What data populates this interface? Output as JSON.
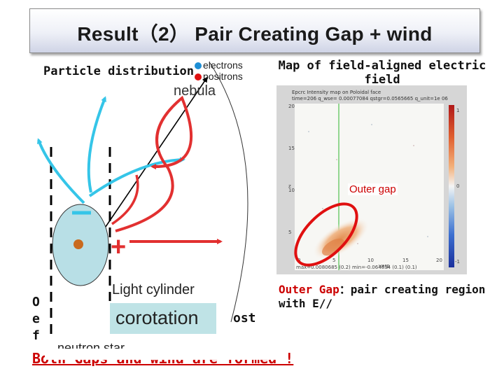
{
  "title": "Result（2）  Pair Creating Gap + wind",
  "particle_heading": "Particle distribution",
  "legend": {
    "electrons": "electrons",
    "positrons": "positrons",
    "electron_color": "#1e8fd6",
    "positron_color": "#e01010"
  },
  "diagram": {
    "nebula": "nebula",
    "minus_sign": "−",
    "plus_sign": "+",
    "light_cylinder": "Light cylinder",
    "corotation": "corotation",
    "neutron_star": "neutron star",
    "electron_path_color": "#35c5e8",
    "positron_path_color": "#e23030",
    "star_fill": "#b8dfe6",
    "core_color": "#c96a1e"
  },
  "map": {
    "heading": "Map of field-aligned electric field",
    "outer_gap_label": "Outer gap",
    "header_lines": [
      "Epcrc Intensity map on Poloidal face",
      "time=206  q_wse=  0.00077084  qstgr=0.0565665  q_unit=1e 06",
      "max=0.0080685 (0.2)  min=-0.064634 (0.1)  (0.1)"
    ],
    "y_ticks": [
      "20",
      "15",
      "10",
      "5"
    ],
    "x_ticks": [
      "0",
      "5",
      "10",
      "15",
      "20"
    ],
    "colorbar_ticks": [
      "1",
      "0",
      "-1"
    ],
    "x_label": "varp",
    "y_label": "z"
  },
  "notes": {
    "obscured_left_fragment": "O\ne\nf",
    "obscured_ost": "ost",
    "outer_gap_term": "Outer Gap",
    "outer_gap_desc": "：pair creating region with E//",
    "conclusion": "Both Gaps and wind are formed !"
  }
}
